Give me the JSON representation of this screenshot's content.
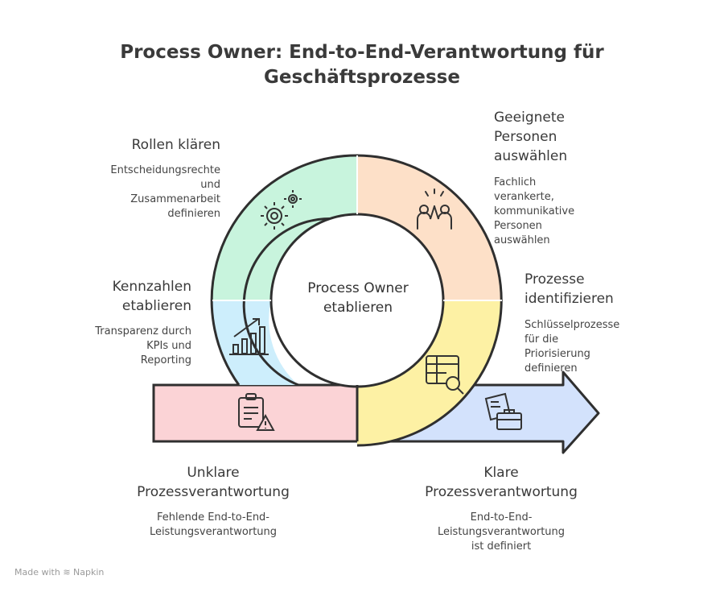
{
  "title": {
    "line1": "Process Owner: End-to-End-Verantwortung für",
    "line2": "Geschäftsprozesse"
  },
  "center": {
    "line1": "Process Owner",
    "line2": "etablieren"
  },
  "segments": {
    "rollen": {
      "title": "Rollen klären",
      "desc": [
        "Entscheidungsrechte",
        "und",
        "Zusammenarbeit",
        "definieren"
      ],
      "icon": "gears-icon",
      "color": "#c8f4dd"
    },
    "personen": {
      "title": [
        "Geeignete",
        "Personen",
        "auswählen"
      ],
      "desc": [
        "Fachlich",
        "verankerte,",
        "kommunikative",
        "Personen",
        "auswählen"
      ],
      "icon": "high-five-icon",
      "color": "#fde0c8"
    },
    "prozesse": {
      "title": [
        "Prozesse",
        "identifizieren"
      ],
      "desc": [
        "Schlüsselprozesse",
        "für die",
        "Priorisierung",
        "definieren"
      ],
      "icon": "table-search-icon",
      "color": "#fdf1a4"
    },
    "kennzahlen": {
      "title": [
        "Kennzahlen",
        "etablieren"
      ],
      "desc": [
        "Transparenz durch",
        "KPIs und",
        "Reporting"
      ],
      "icon": "bar-chart-icon",
      "color": "#cdeefc"
    },
    "unklar": {
      "title": [
        "Unklare",
        "Prozessverantwortung"
      ],
      "desc": [
        "Fehlende End-to-End-",
        "Leistungsverantwortung"
      ],
      "icon": "clipboard-warning-icon",
      "color": "#fbd3d6"
    },
    "klar": {
      "title": [
        "Klare",
        "Prozessverantwortung"
      ],
      "desc": [
        "End-to-End-",
        "Leistungsverantwortung",
        "ist definiert"
      ],
      "icon": "briefcase-documents-icon",
      "color": "#d3e2fc"
    }
  },
  "footer": {
    "text": "Made with",
    "brand": "Napkin"
  }
}
